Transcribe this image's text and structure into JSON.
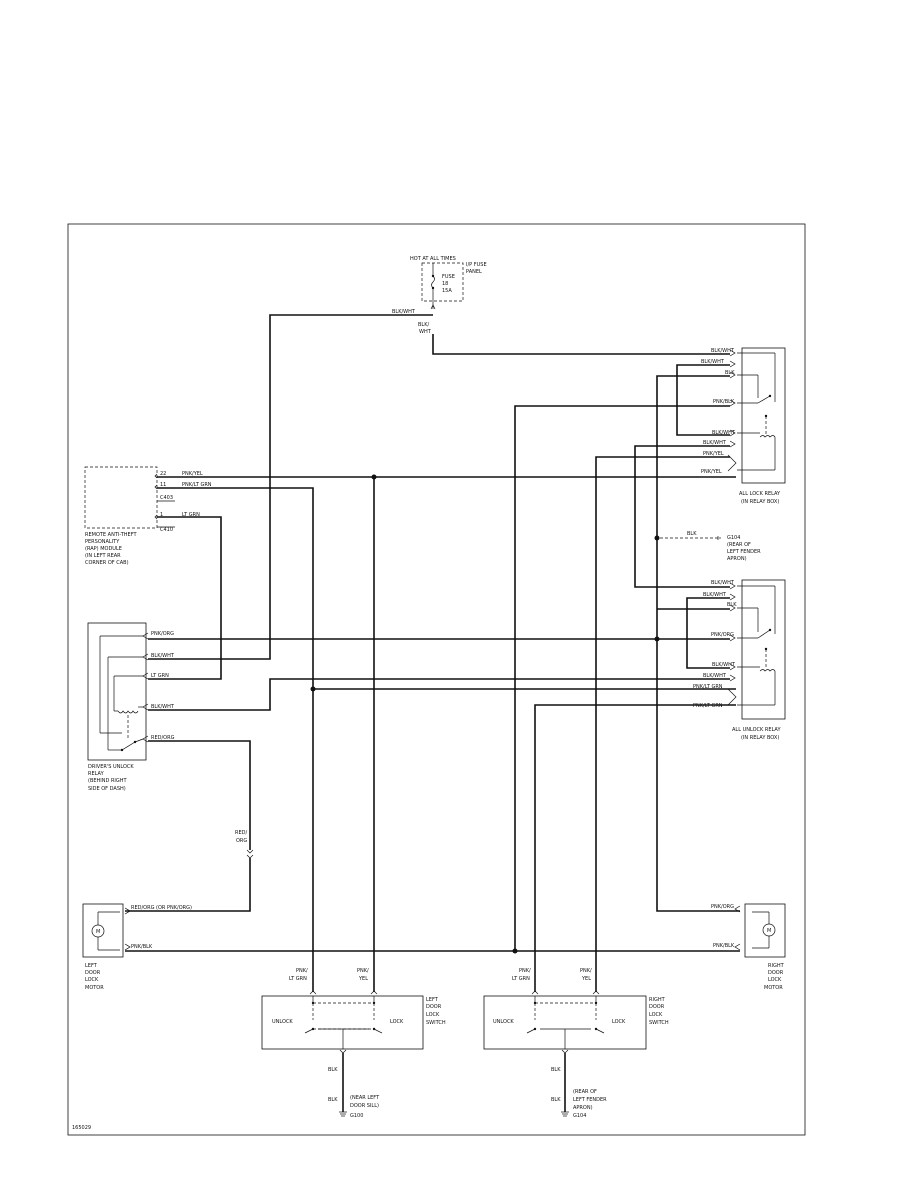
{
  "labels": {
    "hot_at_all_times": "HOT AT ALL TIMES",
    "ip_fuse_panel_1": "I/P FUSE",
    "ip_fuse_panel_2": "PANEL",
    "fuse_1": "FUSE",
    "fuse_2": "18",
    "fuse_3": "15A",
    "blk_wht_top": "BLK/WHT",
    "blk_1": "BLK/",
    "wht_1": "WHT",
    "rap": [
      "REMOTE ANTI-THEFT",
      "PERSONALITY",
      "(RAP) MODULE",
      "(IN LEFT REAR",
      "CORNER OF CAB)"
    ],
    "rap_pins": [
      "22",
      "11",
      "C403",
      "1",
      "C410"
    ],
    "rap_wires": [
      "PNK/YEL",
      "PNK/LT GRN",
      "LT GRN"
    ],
    "all_lock_relay": [
      "ALL LOCK RELAY",
      "(IN RELAY BOX)"
    ],
    "lock_relay_wires": [
      "BLK/WHT",
      "BLK/WHT",
      "BLK",
      "PNK/BLK",
      "BLK/WHT",
      "BLK/WHT",
      "PNK/YEL",
      "PNK/YEL"
    ],
    "ground_blk": "BLK",
    "g104_right": [
      "G104",
      "(REAR OF",
      "LEFT FENDER",
      "APRON)"
    ],
    "unlock_relay_wires": [
      "BLK/WHT",
      "BLK/WHT",
      "BLK",
      "PNK/ORG",
      "BLK/WHT",
      "BLK/WHT",
      "PNK/LT GRN",
      "PNK/LT GRN"
    ],
    "all_unlock_relay": [
      "ALL UNLOCK RELAY",
      "(IN RELAY BOX)"
    ],
    "driver_relay_wires": [
      "PNK/ORG",
      "BLK/WHT",
      "LT GRN",
      "BLK/WHT",
      "RED/ORG"
    ],
    "driver_relay": [
      "DRIVER'S UNLOCK",
      "RELAY",
      "(BEHIND RIGHT",
      "SIDE OF DASH)"
    ],
    "red_org": [
      "RED/",
      "ORG"
    ],
    "left_motor_wires": [
      "RED/ORG (OR PNK/ORG)",
      "PNK/BLK"
    ],
    "left_motor": [
      "LEFT",
      "DOOR",
      "LOCK",
      "MOTOR"
    ],
    "right_motor_wires": [
      "PNK/ORG",
      "PNK/BLK"
    ],
    "right_motor": [
      "RIGHT",
      "DOOR",
      "LOCK",
      "MOTOR"
    ],
    "motor_symbol": "M",
    "left_switch_wires": [
      "PNK/",
      "LT GRN",
      "PNK/",
      "YEL"
    ],
    "right_switch_wires": [
      "PNK/",
      "LT GRN",
      "PNK/",
      "YEL"
    ],
    "left_switch": [
      "LEFT",
      "DOOR",
      "LOCK",
      "SWITCH"
    ],
    "right_switch": [
      "RIGHT",
      "DOOR",
      "LOCK",
      "SWITCH"
    ],
    "unlock": "UNLOCK",
    "lock": "LOCK",
    "left_ground_wires": [
      "BLK",
      "BLK"
    ],
    "left_ground": [
      "(NEAR LEFT",
      "DOOR SILL)",
      "G100"
    ],
    "right_ground_wires": [
      "BLK",
      "BLK"
    ],
    "right_ground": [
      "(REAR OF",
      "LEFT FENDER",
      "APRON)",
      "G104"
    ],
    "figure_id": "165029"
  }
}
